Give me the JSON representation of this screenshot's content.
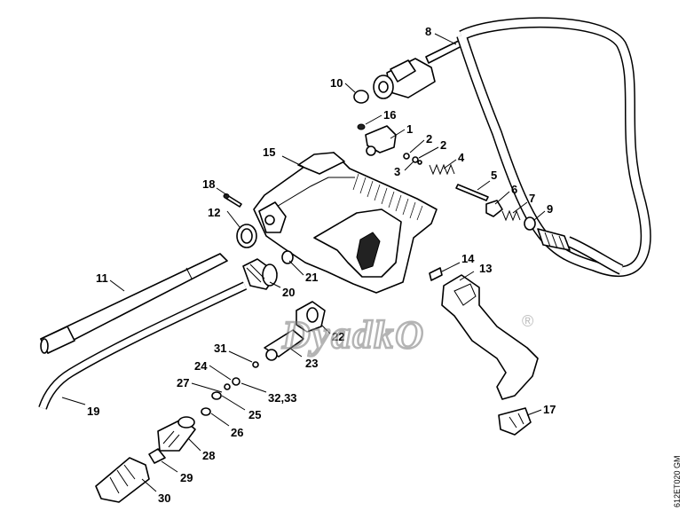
{
  "labels": {
    "p1": "1",
    "p2a": "2",
    "p2b": "2",
    "p3": "3",
    "p4": "4",
    "p5": "5",
    "p6": "6",
    "p7": "7",
    "p8": "8",
    "p9": "9",
    "p10": "10",
    "p11": "11",
    "p12": "12",
    "p13": "13",
    "p14": "14",
    "p15": "15",
    "p16": "16",
    "p17": "17",
    "p18": "18",
    "p19": "19",
    "p20": "20",
    "p21": "21",
    "p22": "22",
    "p23": "23",
    "p24": "24",
    "p25": "25",
    "p26": "26",
    "p27": "27",
    "p28": "28",
    "p29": "29",
    "p30": "30",
    "p31": "31",
    "p3233": "32,33"
  },
  "watermark": {
    "text": "DyadkO",
    "registered": "®"
  },
  "drawing_code": "612ET020 GM"
}
